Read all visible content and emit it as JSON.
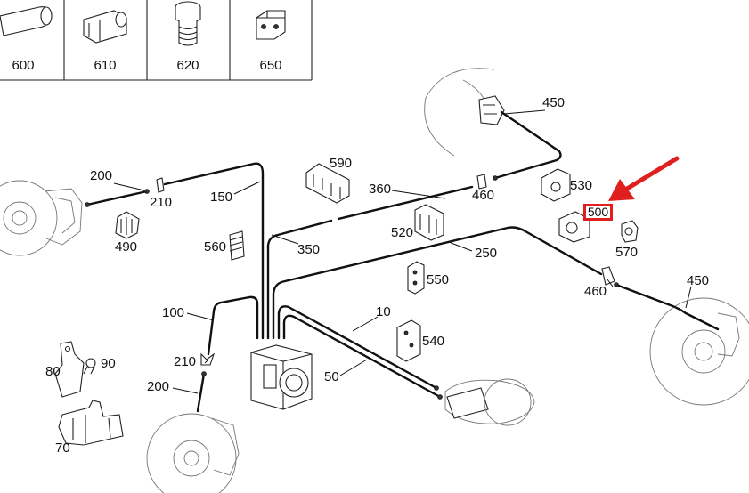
{
  "table": {
    "columns": [
      {
        "label": "600",
        "icon": "pipe-icon"
      },
      {
        "label": "610",
        "icon": "hex-nut-icon"
      },
      {
        "label": "620",
        "icon": "threaded-fitting-icon"
      },
      {
        "label": "650",
        "icon": "clip-block-icon"
      }
    ]
  },
  "callouts": {
    "c450_top": "450",
    "c200_left": "200",
    "c210_left": "210",
    "c150": "150",
    "c590": "590",
    "c360": "360",
    "c460_top": "460",
    "c530": "530",
    "c500": "500",
    "c490": "490",
    "c560": "560",
    "c350": "350",
    "c520": "520",
    "c250": "250",
    "c570": "570",
    "c550": "550",
    "c460_right": "460",
    "c450_right": "450",
    "c100": "100",
    "c10": "10",
    "c540": "540",
    "c80": "80",
    "c90": "90",
    "c210_bottom": "210",
    "c200_bottom": "200",
    "c50": "50",
    "c70": "70"
  },
  "highlight": {
    "color": "#e01f1f",
    "target": "500"
  }
}
